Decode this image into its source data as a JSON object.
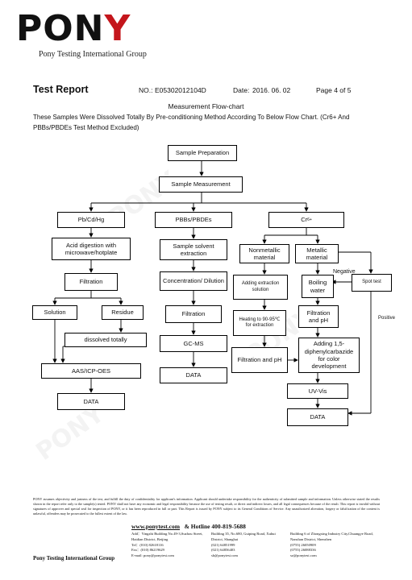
{
  "logo": {
    "text_left": "PON",
    "text_right": "Y",
    "subtitle": "Pony Testing International Group"
  },
  "watermark": "PONY",
  "header": {
    "title": "Test Report",
    "no_label": "NO.:",
    "no_value": "E05302012104D",
    "date_label": "Date:",
    "date_value": "2016. 06. 02",
    "page": "Page 4 of 5"
  },
  "section_title": "Measurement Flow-chart",
  "intro": "These Samples Were Dissolved Totally By Pre-conditioning Method According To Below Flow Chart. (Cr6+ And PBBs/PBDEs Test Method Excluded)",
  "flow": {
    "sample_prep": "Sample Preparation",
    "sample_meas": "Sample Measurement",
    "pb": "Pb/Cd/Hg",
    "pbb": "PBBs/PBDEs",
    "cr": "Cr",
    "cr_sup": "6+",
    "acid": "Acid  digestion  with microwave/hotplate",
    "solvent": "Sample solvent extraction",
    "nonmetal": "Nonmetallic material",
    "metal": "Metallic material",
    "filtration1": "Filtration",
    "conc": "Concentration/ Dilution",
    "adding_ext": "Adding extraction solution",
    "boiling": "Boiling water",
    "spot": "Spot test",
    "negative": "Negative",
    "positive": "Positive",
    "solution": "Solution",
    "residue": "Residue",
    "filtration2": "Filtration",
    "heating": "Heating to 90-95℃ for extraction",
    "filt_ph": "Filtration and pH",
    "dissolved": "dissolved totally",
    "gcms": "GC-MS",
    "filtration_ph": "Filtration and pH",
    "adding_dpc": "Adding 1,5-diphenylcarbazide for color development",
    "aas": "AAS/ICP-OES",
    "data1": "DATA",
    "data2": "DATA",
    "uvvis": "UV-Vis",
    "data3": "DATA"
  },
  "footer": {
    "disclaimer": "PONY assumes objectivity and justness of the test, and fulfill the duty of confidentiality for applicant's information. Applicant should undertake responsibility for the authenticity of submitted sample and information. Unless otherwise stated the results shown in the report refer only to the sample(s) tested. PONY shall not have any economic and legal responsibility because the use of testing result, or direct and indirect losses, and all legal consequences because of the result. This report is invalid without signatures of approver and special seal for inspection of PONY, or it has been reproduced in full or part. This Report is issued by PONY subject to its General Conditions of Service. Any unauthorized alteration, forgery or falsification of the content is unlawful, offenders may be prosecuted to the fullest extent of the law.",
    "url": "www.ponytest.com",
    "hotline": "& Hotline 400-819-5688",
    "addr1": "Add：Yingzhi Building No.49-3,Suzhou Street, Haidian District, Beijing\nTel：(010) 82618116\nFax：(010) 86219629\nE-mail: pony@ponytest.com",
    "addr2": "Building 35, No.680, Guiping Road, Xuhui District, Shanghai\n(021) 64851999\n(021) 64856403\nsh@ponytest.com",
    "addr3": "Building 6 of Zhongxing Industry City,Chuangye Road, Nanshan District, Shenzhen\n(0755) 26050909\n(0755) 26088336\nsz@ponytest.com",
    "group": "Pony Testing International Group"
  }
}
